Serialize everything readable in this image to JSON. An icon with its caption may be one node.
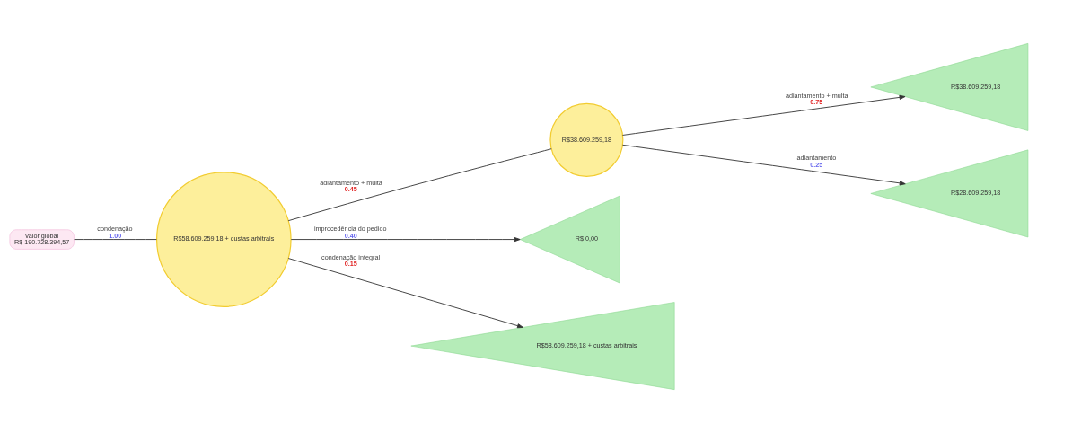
{
  "diagram": {
    "nodes": [
      {
        "text": [
          "valor global",
          "R$ 190.728.394,57"
        ]
      },
      {
        "text": [
          "R$58.609.259,18 + custas arbitrais"
        ]
      },
      {
        "text": [
          "R$38.609.259,18"
        ]
      },
      {
        "text": [
          "R$38.609.259,18"
        ]
      },
      {
        "text": [
          "R$28.609.259,18"
        ]
      },
      {
        "text": [
          "R$ 0,00"
        ]
      },
      {
        "text": [
          "R$58.609.259,18 + custas arbitrais"
        ]
      }
    ],
    "edges": [
      {
        "from": 0,
        "to": 1,
        "arrow": "none",
        "label": "condenação"
      },
      {
        "from": 1,
        "to": 2,
        "arrow": "none",
        "label": "adiantamento + multa"
      },
      {
        "from": 1,
        "to": 5,
        "arrow": "to",
        "label": "improcedência do pedido"
      },
      {
        "from": 1,
        "to": 6,
        "arrow": "to",
        "label": "condenação integral"
      },
      {
        "from": 2,
        "to": 3,
        "arrow": "to",
        "label": "adiantamento + multa"
      },
      {
        "from": 2,
        "to": 4,
        "arrow": "to",
        "label": "adiantamento"
      }
    ],
    "labels": [
      "1.00",
      "0.45",
      "0.40",
      "0.15",
      "0.75",
      "0.25"
    ]
  }
}
